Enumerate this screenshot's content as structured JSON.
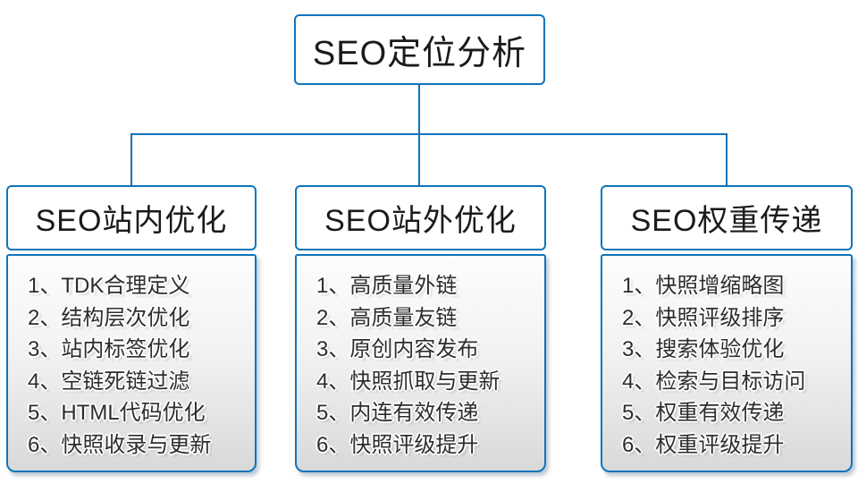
{
  "root": {
    "title": "SEO定位分析"
  },
  "branches": [
    {
      "header": "SEO站内优化",
      "items": [
        "1、TDK合理定义",
        "2、结构层次优化",
        "3、站内标签优化",
        "4、空链死链过滤",
        "5、HTML代码优化",
        "6、快照收录与更新"
      ]
    },
    {
      "header": "SEO站外优化",
      "items": [
        "1、高质量外链",
        "2、高质量友链",
        "3、原创内容发布",
        "4、快照抓取与更新",
        "5、内连有效传递",
        "6、快照评级提升"
      ]
    },
    {
      "header": "SEO权重传递",
      "items": [
        "1、快照增缩略图",
        "2、快照评级排序",
        "3、搜索体验优化",
        "4、检索与目标访问",
        "5、权重有效传递",
        "6、权重评级提升"
      ]
    }
  ],
  "colors": {
    "connector_blue": "#0f74bb",
    "text_dark": "#1a1a1a",
    "list_text": "#2d2d2d",
    "list_gradient_top": "#fdfdfd",
    "list_gradient_bottom": "#d9d9d9"
  }
}
